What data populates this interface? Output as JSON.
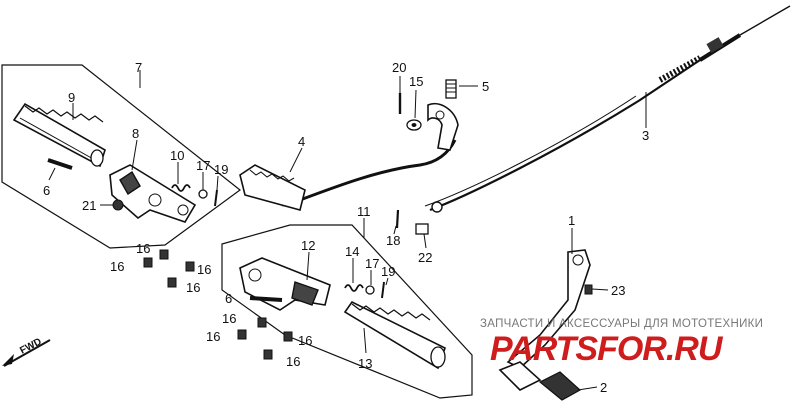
{
  "callouts": {
    "c1": "1",
    "c2": "2",
    "c3": "3",
    "c4": "4",
    "c5": "5",
    "c6a": "6",
    "c6b": "6",
    "c7": "7",
    "c8": "8",
    "c9": "9",
    "c10": "10",
    "c11": "11",
    "c12": "12",
    "c13": "13",
    "c14": "14",
    "c15": "15",
    "c16a": "16",
    "c16b": "16",
    "c16c": "16",
    "c16d": "16",
    "c16e": "16",
    "c16f": "16",
    "c16g": "16",
    "c16h": "16",
    "c17a": "17",
    "c17b": "17",
    "c18": "18",
    "c19a": "19",
    "c19b": "19",
    "c20": "20",
    "c21": "21",
    "c22": "22",
    "c23": "23"
  },
  "fwd_label": "FWD",
  "watermark": {
    "tagline": "ЗАПЧАСТИ И АКСЕССУАРЫ ДЛЯ МОТОТЕХНИКИ",
    "brand": "PARTSFOR.RU"
  }
}
